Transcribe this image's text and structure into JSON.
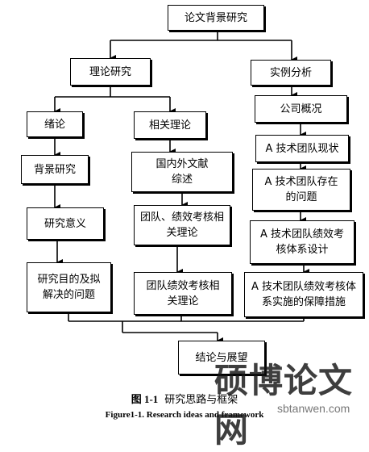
{
  "nodes": {
    "root": "论文背景研究",
    "theory": "理论研究",
    "case": "实例分析",
    "intro": "绪论",
    "related": "相关理论",
    "company": "公司概况",
    "background": "背景研究",
    "literature": "国内外文献综述",
    "status": "A 技术团队现状",
    "significance": "研究意义",
    "team_theory": "团队、绩效考核相关理论",
    "problems": "A 技术团队存在的问题",
    "system_design": "A 技术团队绩效考核体系设计",
    "purpose": "研究目的及拟解决的问题",
    "perf_theory": "团队绩效考核相关理论",
    "safeguard": "A 技术团队绩效考核体系实施的保障措施",
    "conclusion": "结论与展望"
  },
  "caption": {
    "number": "图 1-1",
    "title_cn": "研究思路与框架",
    "title_en": "Figure1-1. Research ideas and framework"
  },
  "watermark": {
    "text": "硕博论文网",
    "url": "sbtanwen.com"
  }
}
